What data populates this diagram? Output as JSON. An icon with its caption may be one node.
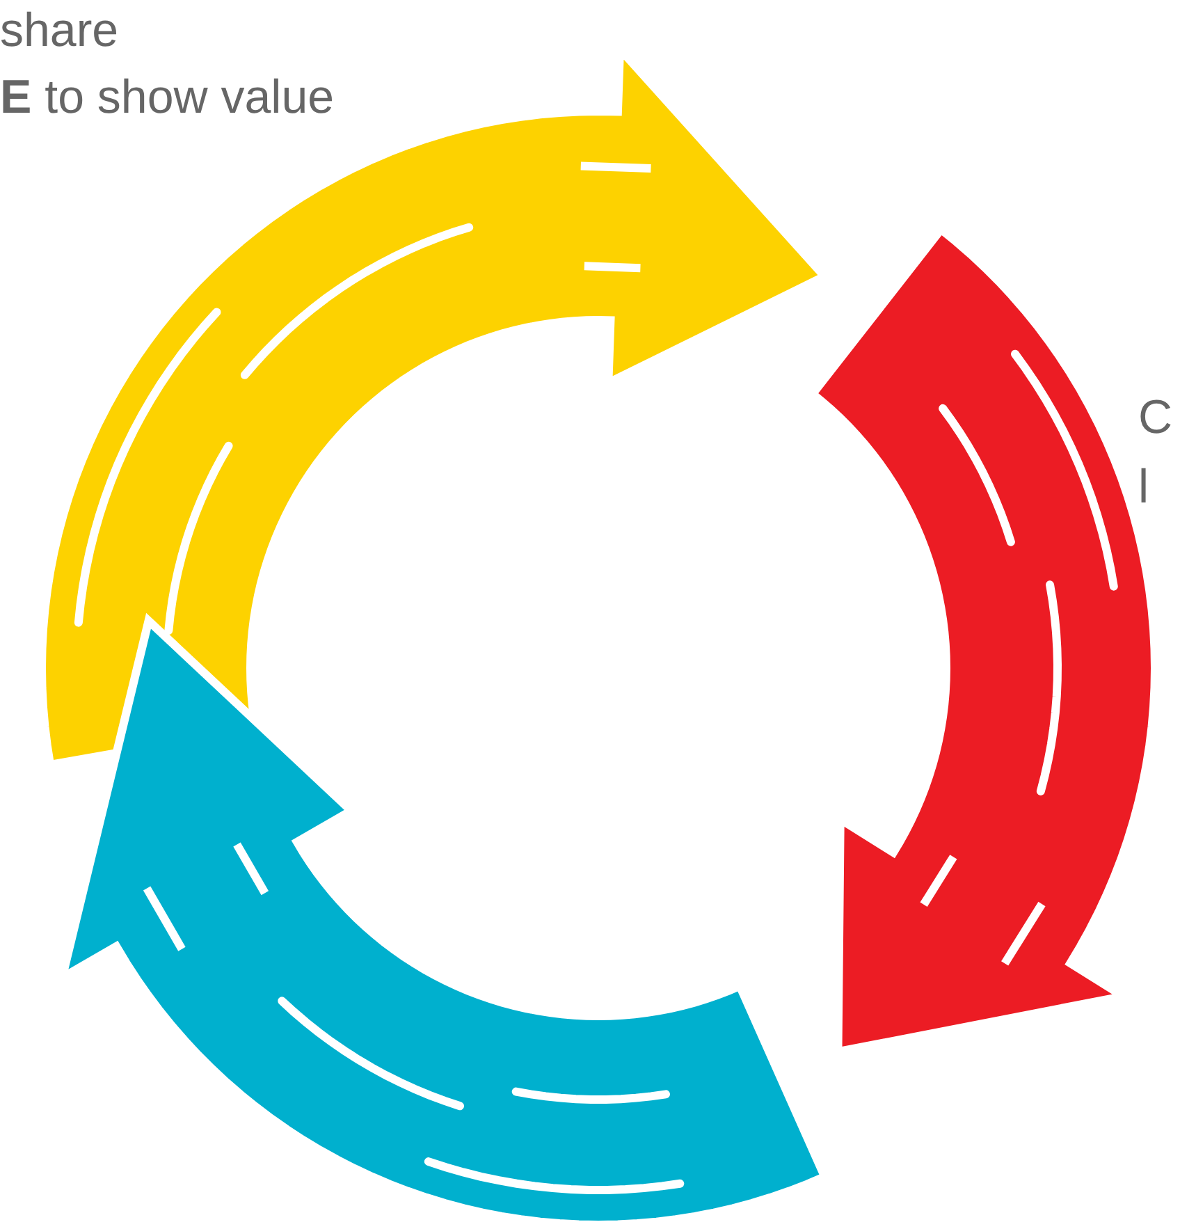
{
  "diagram": {
    "labels": [
      "share",
      "**E** to show value",
      "C",
      "l"
    ]
  }
}
